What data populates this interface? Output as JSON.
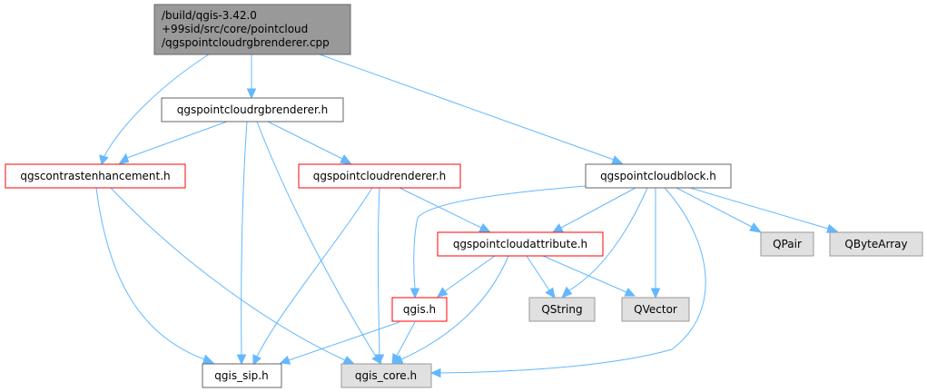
{
  "colors": {
    "edge": "#63b8ff",
    "root_fill": "#999999",
    "root_border": "#666666",
    "normal_fill": "#ffffff",
    "normal_border": "#666666",
    "red_border": "#ff0000",
    "external_fill": "#e0e0e0",
    "external_border": "#999999"
  },
  "nodes": {
    "root": {
      "lines": [
        "/build/qgis-3.42.0",
        "+99sid/src/core/pointcloud",
        "/qgspointcloudrgbrenderer.cpp"
      ],
      "style": "root"
    },
    "rgbrenderer_h": {
      "lines": [
        "qgspointcloudrgbrenderer.h"
      ],
      "style": "normal"
    },
    "contrast_h": {
      "lines": [
        "qgscontrastenhancement.h"
      ],
      "style": "red"
    },
    "renderer_h": {
      "lines": [
        "qgspointcloudrenderer.h"
      ],
      "style": "red"
    },
    "block_h": {
      "lines": [
        "qgspointcloudblock.h"
      ],
      "style": "normal"
    },
    "attribute_h": {
      "lines": [
        "qgspointcloudattribute.h"
      ],
      "style": "red"
    },
    "qpair": {
      "lines": [
        "QPair"
      ],
      "style": "external"
    },
    "qbytearray": {
      "lines": [
        "QByteArray"
      ],
      "style": "external"
    },
    "qgis_h": {
      "lines": [
        "qgis.h"
      ],
      "style": "red"
    },
    "qstring": {
      "lines": [
        "QString"
      ],
      "style": "external"
    },
    "qvector": {
      "lines": [
        "QVector"
      ],
      "style": "external"
    },
    "qgis_sip_h": {
      "lines": [
        "qgis_sip.h"
      ],
      "style": "normal"
    },
    "qgis_core_h": {
      "lines": [
        "qgis_core.h"
      ],
      "style": "external"
    }
  },
  "edges": [
    [
      "root",
      "rgbrenderer_h"
    ],
    [
      "root",
      "contrast_h"
    ],
    [
      "root",
      "block_h"
    ],
    [
      "rgbrenderer_h",
      "contrast_h"
    ],
    [
      "rgbrenderer_h",
      "renderer_h"
    ],
    [
      "rgbrenderer_h",
      "qgis_sip_h"
    ],
    [
      "rgbrenderer_h",
      "qgis_core_h"
    ],
    [
      "contrast_h",
      "qgis_sip_h"
    ],
    [
      "contrast_h",
      "qgis_core_h"
    ],
    [
      "renderer_h",
      "attribute_h"
    ],
    [
      "renderer_h",
      "qgis_sip_h"
    ],
    [
      "renderer_h",
      "qgis_core_h"
    ],
    [
      "block_h",
      "attribute_h"
    ],
    [
      "block_h",
      "qgis_h"
    ],
    [
      "block_h",
      "qstring"
    ],
    [
      "block_h",
      "qvector"
    ],
    [
      "block_h",
      "qpair"
    ],
    [
      "block_h",
      "qbytearray"
    ],
    [
      "block_h",
      "qgis_core_h"
    ],
    [
      "attribute_h",
      "qgis_h"
    ],
    [
      "attribute_h",
      "qstring"
    ],
    [
      "attribute_h",
      "qvector"
    ],
    [
      "attribute_h",
      "qgis_core_h"
    ],
    [
      "qgis_h",
      "qgis_sip_h"
    ],
    [
      "qgis_h",
      "qgis_core_h"
    ]
  ]
}
